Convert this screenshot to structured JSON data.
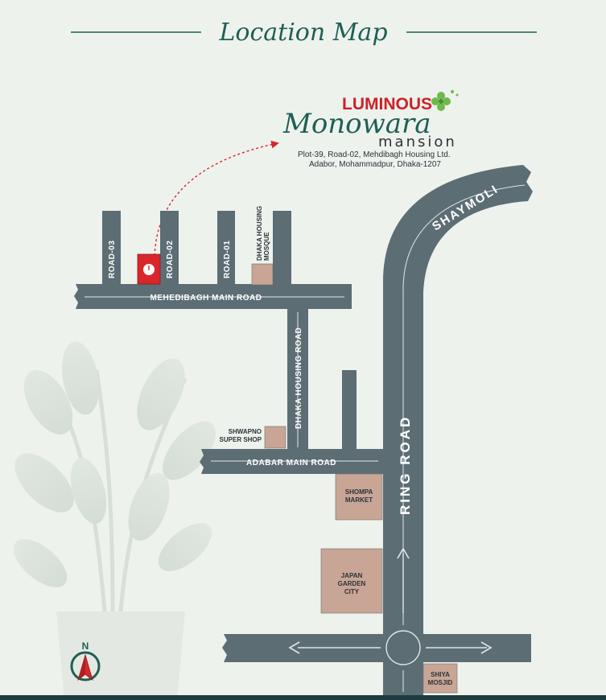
{
  "title": "Location Map",
  "brand": {
    "name": "LUMINOUS",
    "script": "Monowara",
    "sub": "mansion",
    "address_line1": "Plot-39, Road-02, Mehdibagh Housing Ltd.",
    "address_line2": "Adabor, Mohammadpur, Dhaka-1207"
  },
  "roads": {
    "road_03": "ROAD-03",
    "road_02": "ROAD-02",
    "road_01": "ROAD-01",
    "mehedibagh": "MEHEDIBAGH MAIN ROAD",
    "dhaka_housing": "DHAKA HOUSING ROAD",
    "adabar": "ADABAR MAIN ROAD",
    "ring": "RING ROAD",
    "shaymoli": "SHAYMOLI"
  },
  "landmarks": {
    "mosque_line1": "DHAKA HOUSING",
    "mosque_line2": "MOSQUE",
    "shwapno_line1": "SHWAPNO",
    "shwapno_line2": "SUPER SHOP",
    "shompa_line1": "SHOMPA",
    "shompa_line2": "MARKET",
    "japan_line1": "JAPAN",
    "japan_line2": "GARDEN",
    "japan_line3": "CITY",
    "shiya_line1": "SHIYA",
    "shiya_line2": "MOSJID"
  },
  "compass_letter": "N",
  "colors": {
    "road": "#5d6d74",
    "building": "#c9a596",
    "marker": "#d9262c",
    "accent": "#1f5f55",
    "background": "#eef2ed"
  },
  "icons": {
    "location_marker": "map-pin-icon",
    "compass": "compass-icon",
    "logo_flower": "flower-icon"
  }
}
